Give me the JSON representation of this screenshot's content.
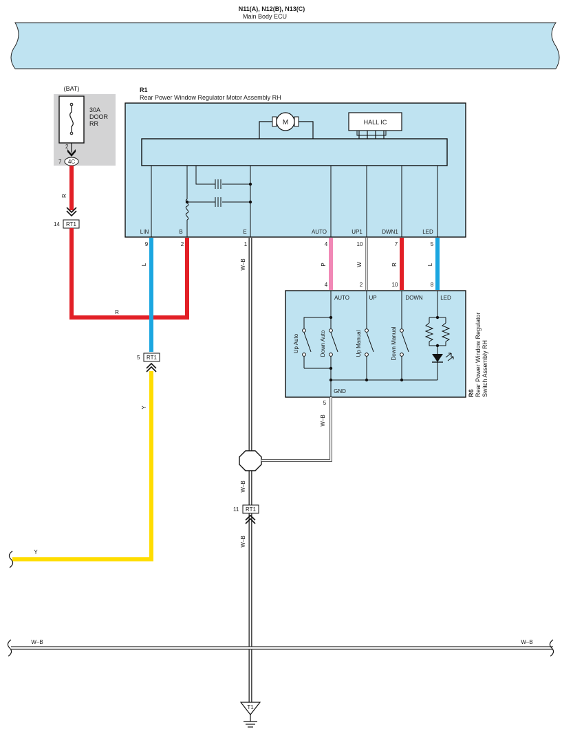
{
  "colors": {
    "box_fill": "#bfe3f1",
    "box_stroke": "#111111",
    "fuse_area": "#d3d3d4",
    "wire_R": "#e21f26",
    "wire_L": "#1ba6e0",
    "wire_Y": "#ffdd00",
    "wire_P": "#f188b6",
    "wire_WB": "#222222"
  },
  "ecu": {
    "code": "N11(A), N12(B), N13(C)",
    "name": "Main Body ECU"
  },
  "fuse": {
    "bat": "(BAT)",
    "rating": "30A",
    "line1": "DOOR",
    "line2": "RR",
    "pin_top": "2",
    "pin_conn": "7",
    "conn": "4C"
  },
  "motor": {
    "code": "R1",
    "name": "Rear Power Window Regulator Motor Assembly RH",
    "motor_symbol": "M",
    "hall_ic": "HALL IC",
    "terminals": {
      "lin": "LIN",
      "b": "B",
      "e": "E",
      "auto": "AUTO",
      "up1": "UP1",
      "dwn1": "DWN1",
      "led": "LED"
    },
    "pins": {
      "lin": "9",
      "b": "2",
      "e": "1",
      "auto": "4",
      "up1": "10",
      "dwn1": "7",
      "led": "5"
    }
  },
  "switch": {
    "code": "R6",
    "name1": "Rear Power Window Regulator",
    "name2": "Switch Assembly RH",
    "terminals": {
      "auto": "AUTO",
      "up": "UP",
      "down": "DOWN",
      "led": "LED",
      "gnd": "GND"
    },
    "pins": {
      "auto": "4",
      "up": "2",
      "down": "10",
      "led": "8",
      "gnd": "5"
    },
    "sw_labels": {
      "up_auto": "Up Auto",
      "down_auto": "Down Auto",
      "up_manual": "Up Manual",
      "down_manual": "Down Manual"
    }
  },
  "wires": {
    "r": "R",
    "l": "L",
    "y": "Y",
    "p": "P",
    "w": "W",
    "wb": "W–B"
  },
  "connectors": {
    "rt1_14": {
      "pin": "14",
      "name": "RT1"
    },
    "rt1_5": {
      "pin": "5",
      "name": "RT1"
    },
    "rt1_11": {
      "pin": "11",
      "name": "RT1"
    }
  },
  "ground": {
    "name": "T1"
  }
}
